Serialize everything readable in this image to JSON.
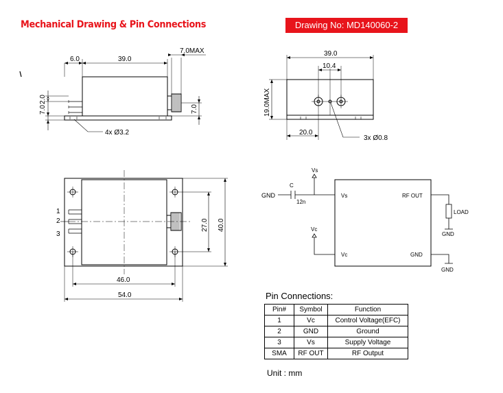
{
  "header": {
    "title": "Mechanical Drawing & Pin Connections",
    "drawing_no": "Drawing No: MD140060-2"
  },
  "side_view": {
    "dim_flange": "6.0",
    "dim_length": "39.0",
    "dim_connector": "7.0MAX",
    "dim_base": "2.0",
    "dim_pin_height": "7.0",
    "dim_connector_height": "7.0",
    "holes": "4x Ø3.2"
  },
  "end_view": {
    "dim_length": "39.0",
    "dim_spacing": "10.4",
    "dim_height": "19.0MAX",
    "dim_offset": "20.0",
    "pins": "3x Ø0.8"
  },
  "top_view": {
    "pin_1": "1",
    "pin_2": "2",
    "pin_3": "3",
    "dim_inner": "46.0",
    "dim_outer": "54.0",
    "dim_hole_spacing": "27.0",
    "dim_width": "40.0"
  },
  "schematic": {
    "vs_supply": "Vs",
    "gnd_in": "GND",
    "cap_label": "C",
    "cap_value": "12n",
    "vs_pin": "Vs",
    "rf_out_pin": "RF OUT",
    "load": "LOAD",
    "gnd_load": "GND",
    "vc_supply": "Vc",
    "vc_pin": "Vc",
    "gnd_pin": "GND",
    "gnd_bottom": "GND"
  },
  "pin_connections": {
    "title": "Pin Connections:",
    "headers": [
      "Pin#",
      "Symbol",
      "Function"
    ],
    "rows": [
      [
        "1",
        "Vc",
        "Control Voltage(EFC)"
      ],
      [
        "2",
        "GND",
        "Ground"
      ],
      [
        "3",
        "Vs",
        "Supply Voltage"
      ],
      [
        "SMA",
        "RF OUT",
        "RF Output"
      ]
    ]
  },
  "footer": {
    "unit": "Unit : mm"
  }
}
